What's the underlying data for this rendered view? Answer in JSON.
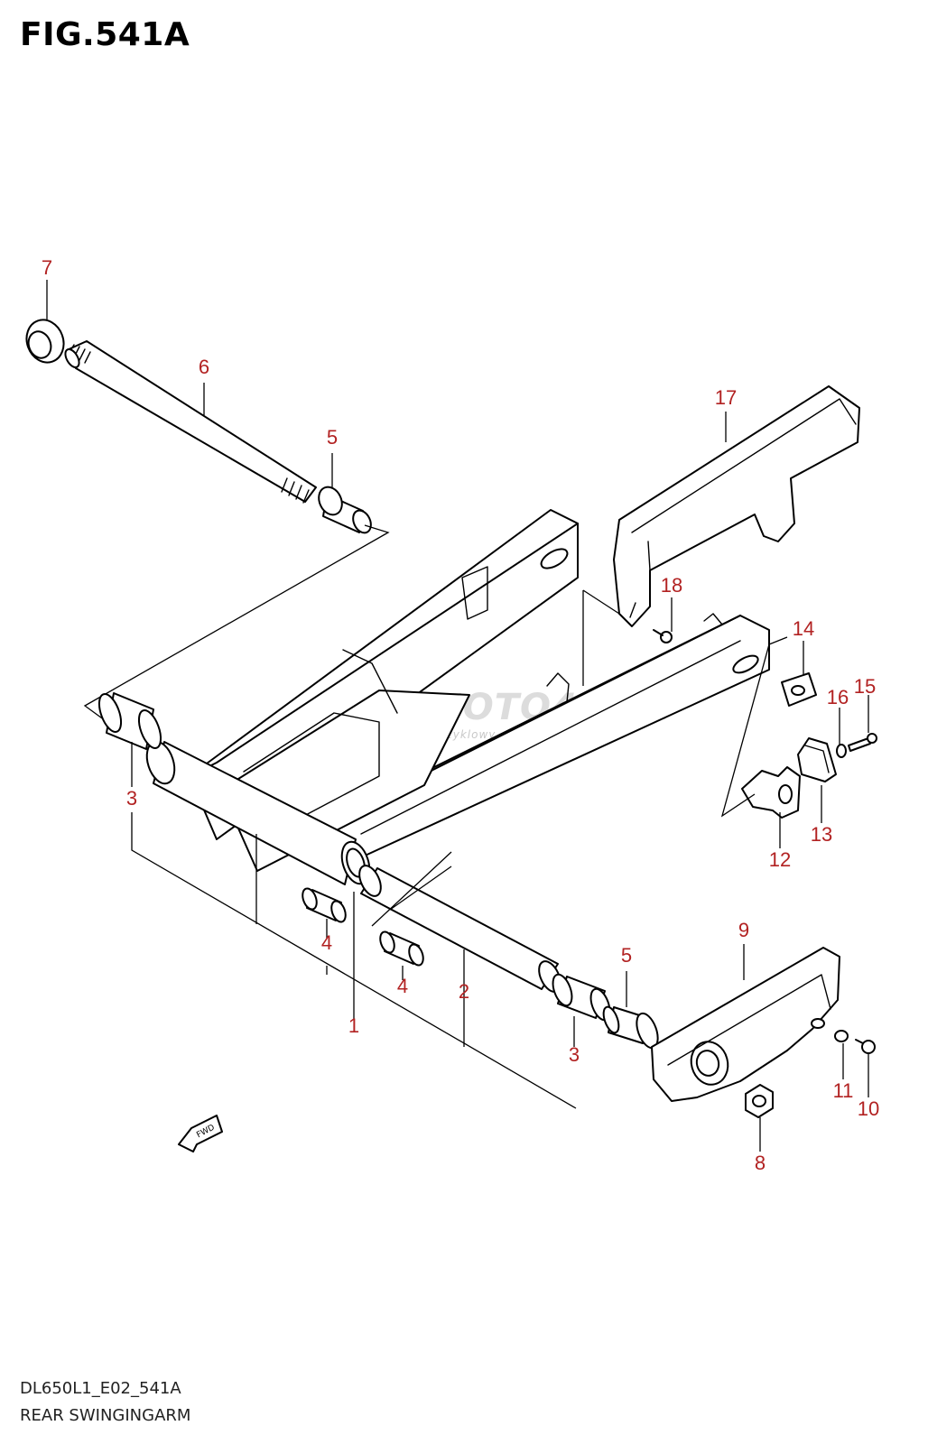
{
  "figure": {
    "title": "FIG.541A",
    "model_code": "DL650L1_E02_541A",
    "name": "REAR SWINGINGARM"
  },
  "watermark": {
    "brand": "SKLEPMOTO46.PL",
    "tagline": "internetowy sklep motocyklowy"
  },
  "fwd_label": "FWD",
  "callouts": {
    "c1": "1",
    "c2": "2",
    "c3a": "3",
    "c3b": "3",
    "c4a": "4",
    "c4b": "4",
    "c5a": "5",
    "c5b": "5",
    "c6": "6",
    "c7": "7",
    "c8": "8",
    "c9": "9",
    "c10": "10",
    "c11": "11",
    "c12": "12",
    "c13": "13",
    "c14": "14",
    "c15": "15",
    "c16": "16",
    "c17": "17",
    "c18": "18"
  },
  "colors": {
    "callout": "#b22222",
    "line": "#000000",
    "watermark": "#dcdcdc"
  }
}
